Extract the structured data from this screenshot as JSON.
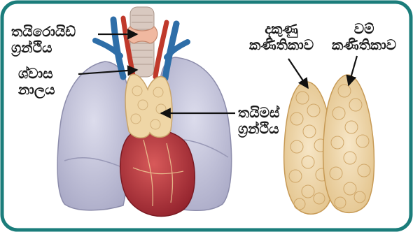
{
  "frame": {
    "border_color": "#1b7d7b",
    "background": "#ffffff"
  },
  "labels": {
    "thyroid": {
      "line1": "තයිරොයිඩ්",
      "line2": "ග්‍රන්ථිය"
    },
    "trachea": {
      "line1": "ශ්වාස",
      "line2": "නාලය"
    },
    "thymus": {
      "line1": "තයිමස්",
      "line2": "ග්‍රන්ථිය"
    },
    "right_lobe": {
      "line1": "දකුණු",
      "line2": "කණිතිකාව"
    },
    "left_lobe": {
      "line1": "වම්",
      "line2": "කණිතිකාව"
    }
  },
  "colors": {
    "lung": "#c9c9dd",
    "lung_shade": "#a9a9c4",
    "heart": "#b8323a",
    "thymus": "#efd6a6",
    "thymus_outline": "#c9a46b",
    "vein": "#2e6ea8",
    "artery": "#c0392b",
    "trachea": "#d9c9c0",
    "arrow": "#111111"
  }
}
